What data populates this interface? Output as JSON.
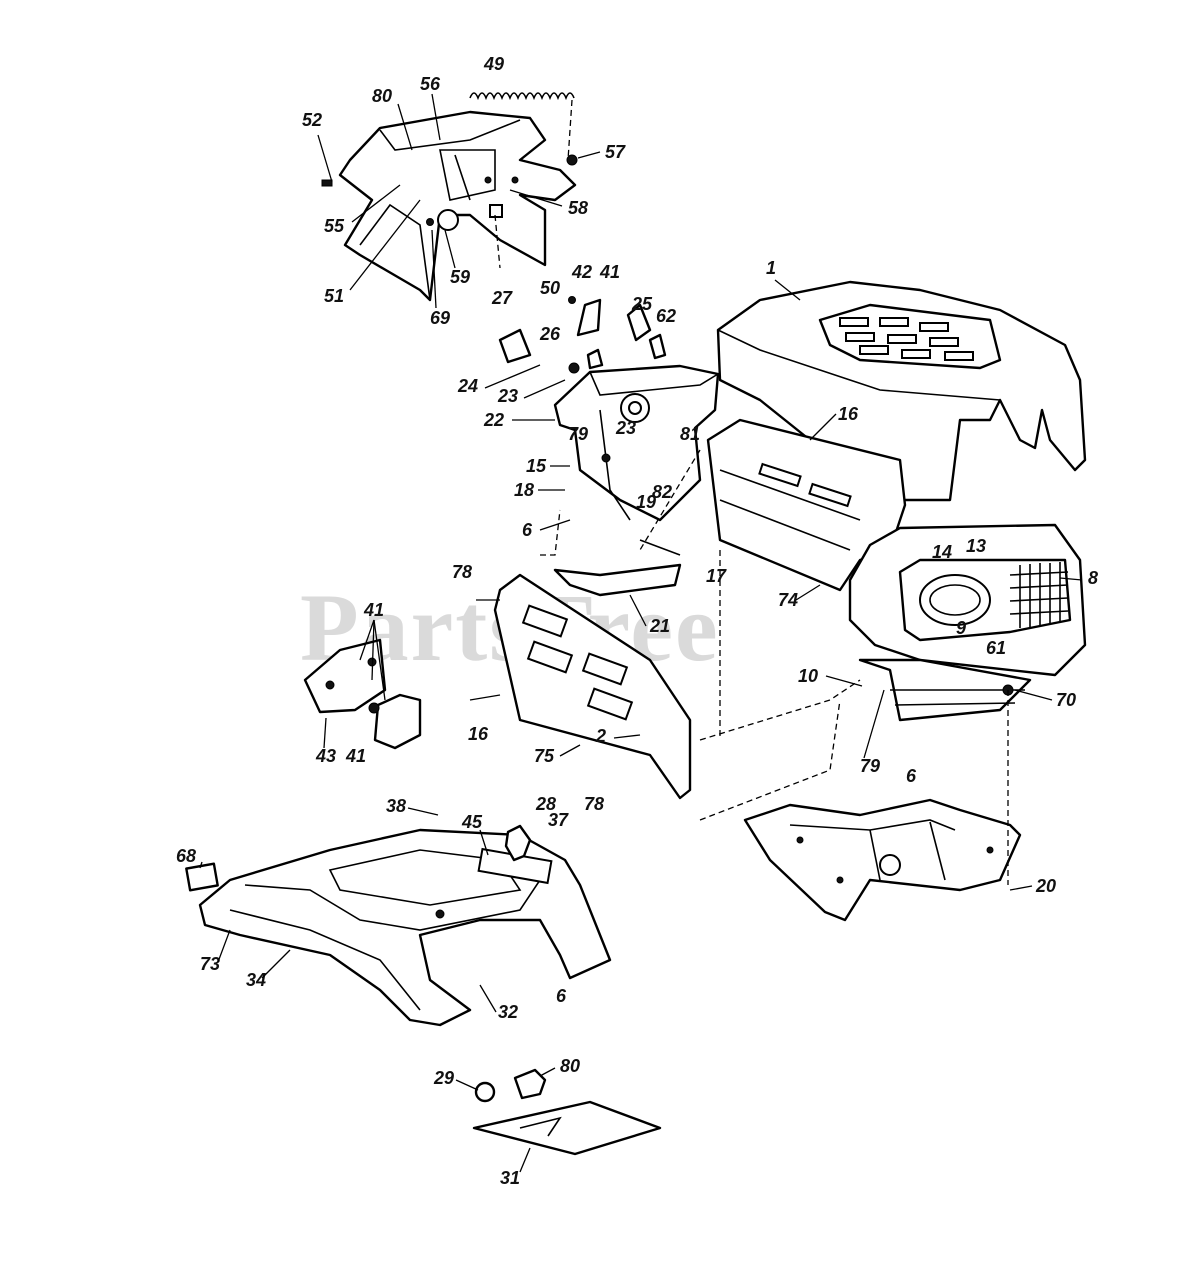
{
  "watermark": "PartsTree",
  "callouts": {
    "c1": "1",
    "c2": "2",
    "c6a": "6",
    "c6b": "6",
    "c6c": "6",
    "c8": "8",
    "c9": "9",
    "c10": "10",
    "c13": "13",
    "c14": "14",
    "c15": "15",
    "c16a": "16",
    "c16b": "16",
    "c17": "17",
    "c18": "18",
    "c19": "19",
    "c20": "20",
    "c21": "21",
    "c22": "22",
    "c23a": "23",
    "c23b": "23",
    "c24": "24",
    "c25": "25",
    "c26": "26",
    "c27": "27",
    "c28": "28",
    "c29": "29",
    "c31": "31",
    "c32": "32",
    "c34": "34",
    "c37": "37",
    "c38": "38",
    "c41a": "41",
    "c41b": "41",
    "c41c": "41",
    "c42": "42",
    "c43": "43",
    "c45": "45",
    "c49": "49",
    "c50": "50",
    "c51": "51",
    "c52": "52",
    "c55": "55",
    "c56": "56",
    "c57": "57",
    "c58": "58",
    "c59": "59",
    "c61": "61",
    "c62": "62",
    "c68": "68",
    "c69": "69",
    "c70": "70",
    "c73": "73",
    "c74": "74",
    "c75": "75",
    "c78a": "78",
    "c78b": "78",
    "c79a": "79",
    "c79b": "79",
    "c80a": "80",
    "c80b": "80",
    "c81": "81",
    "c82": "82"
  }
}
